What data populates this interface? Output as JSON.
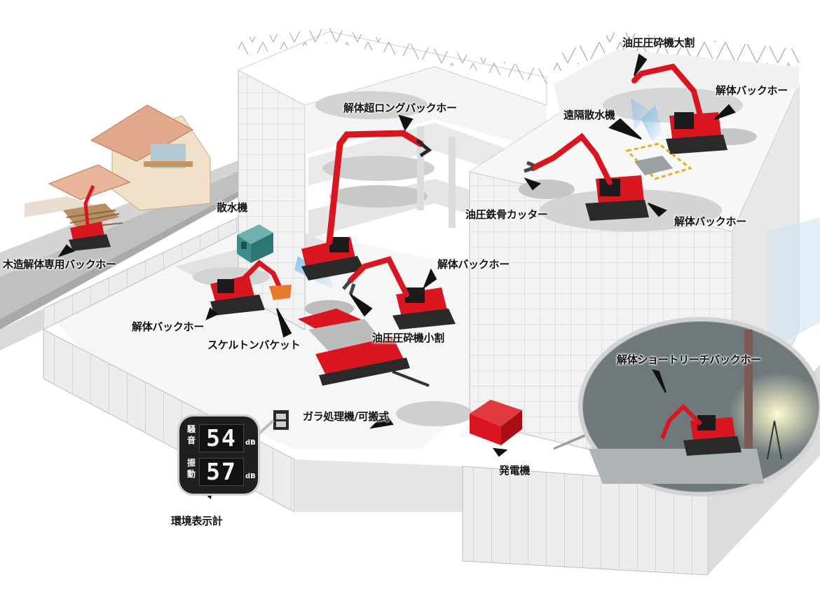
{
  "labels": {
    "wooden_backhoe": "木造解体専用バックホー",
    "sprinkler": "散水機",
    "long_backhoe": "解体超ロングバックホー",
    "backhoe_left": "解体バックホー",
    "skeleton_bucket": "スケルトンバケット",
    "crusher_small": "油圧圧砕機小割",
    "backhoe_center": "解体バックホー",
    "crusher_plant": "ガラ処理機/可搬式",
    "generator": "発電機",
    "meter_label": "環境表示計",
    "crusher_large": "油圧圧砕機大割",
    "backhoe_top": "解体バックホー",
    "remote_sprinkler": "遠隔散水機",
    "steel_cutter": "油圧鉄骨カッター",
    "backhoe_right": "解体バックホー",
    "short_reach": "解体ショートリーチバックホー"
  },
  "meter": {
    "noise_label": "騒音",
    "noise_value": "54",
    "vibration_label": "振動",
    "vibration_value": "57",
    "unit": "dB"
  },
  "colors": {
    "machine_red": "#d9161f",
    "cab_dark": "#1c1c1c",
    "wall": "#efefef",
    "grid_line": "#c9c9c9",
    "debris": "#bdbdbd",
    "water": "#8ec9ee",
    "sprinkler_green": "#3a8f8a"
  }
}
